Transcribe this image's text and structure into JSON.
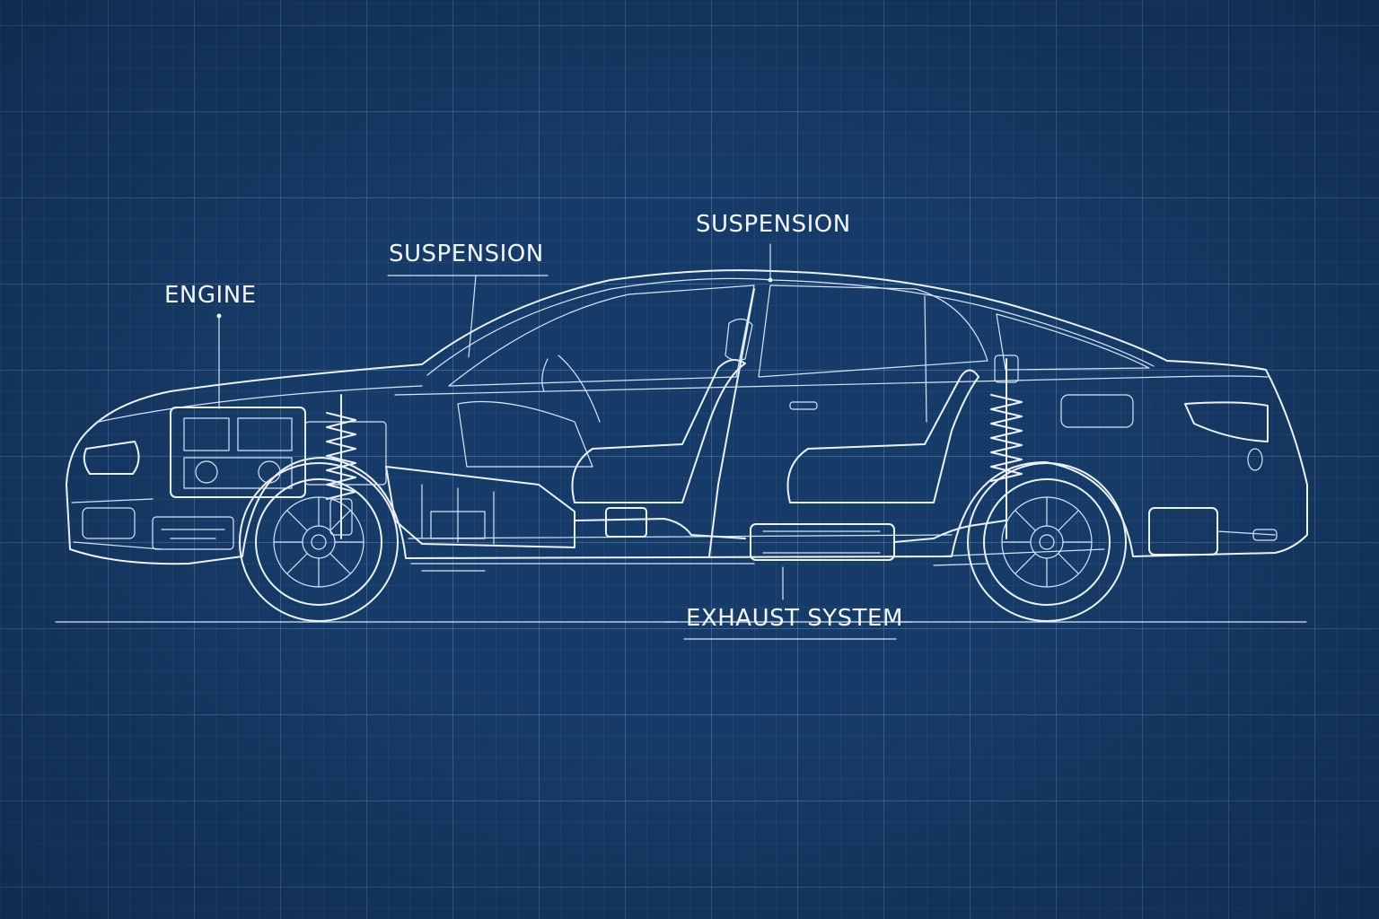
{
  "labels": {
    "engine": "ENGINE",
    "suspension_front": "SUSPENSION",
    "suspension_rear": "SUSPENSION",
    "exhaust": "EXHAUST SYSTEM"
  },
  "colors": {
    "background": "#173b68",
    "linework": "#eaf3ff"
  }
}
